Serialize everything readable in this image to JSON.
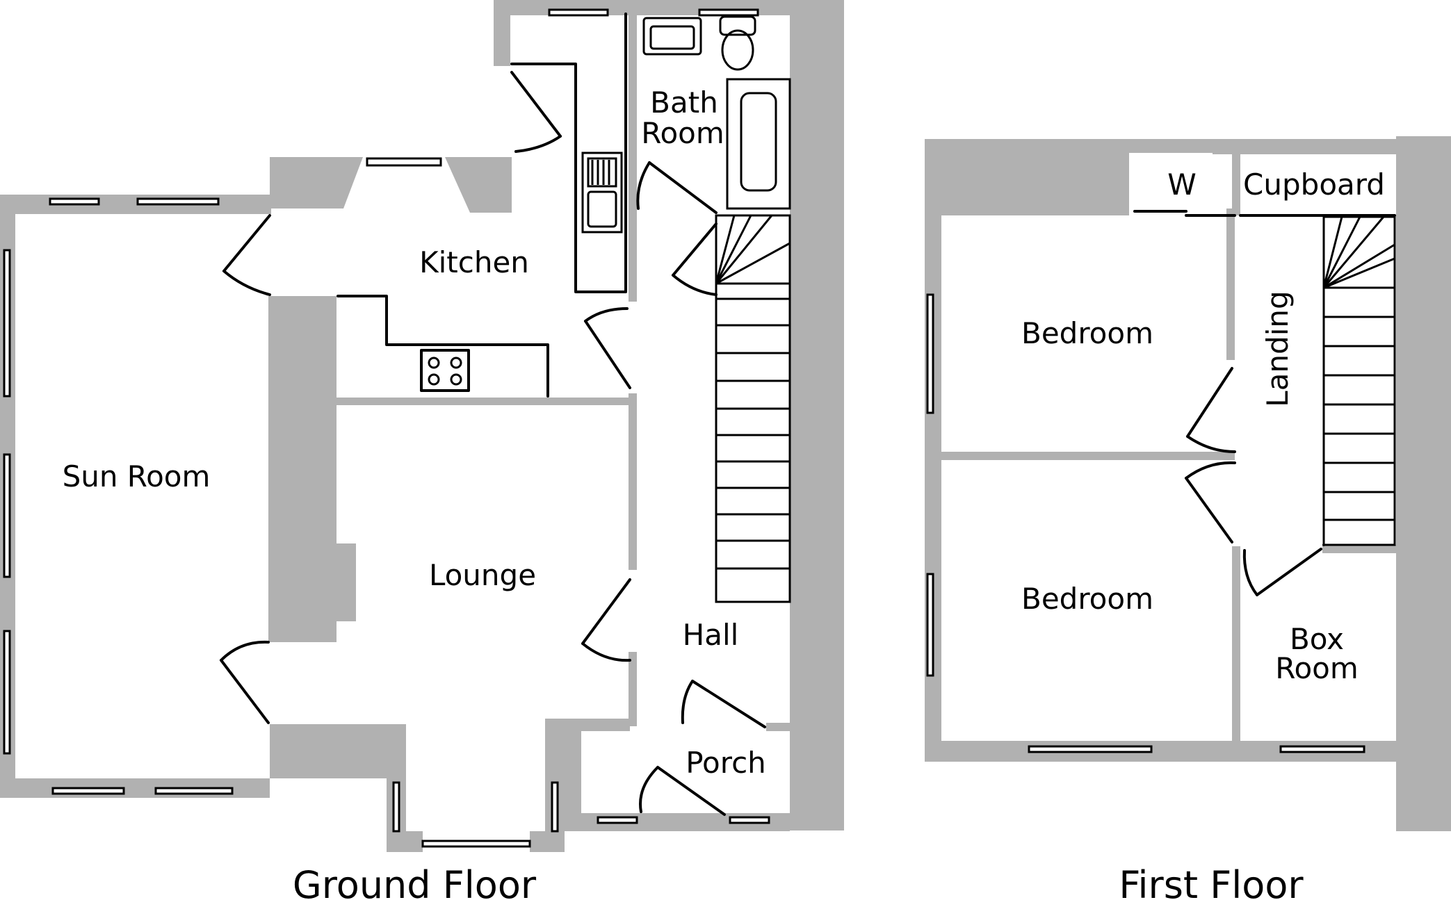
{
  "floors": {
    "ground": {
      "title": "Ground Floor",
      "rooms": {
        "bathroom_line1": "Bath",
        "bathroom_line2": "Room",
        "kitchen": "Kitchen",
        "sun_room": "Sun Room",
        "lounge": "Lounge",
        "hall": "Hall",
        "porch": "Porch"
      }
    },
    "first": {
      "title": "First Floor",
      "rooms": {
        "w": "W",
        "cupboard": "Cupboard",
        "landing": "Landing",
        "bedroom_1": "Bedroom",
        "bedroom_2": "Bedroom",
        "box_room_line1": "Box",
        "box_room_line2": "Room"
      }
    }
  },
  "colors": {
    "wall": "#b1b1b1",
    "line": "#000000",
    "background": "#ffffff"
  }
}
